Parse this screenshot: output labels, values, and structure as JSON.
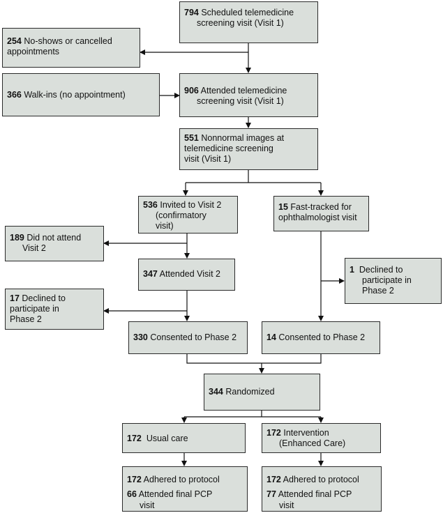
{
  "boxes": {
    "scheduled": {
      "n": "794",
      "lines": [
        "Scheduled telemedicine",
        "screening visit (Visit 1)"
      ]
    },
    "noshows": {
      "n": "254",
      "lines": [
        "No-shows or cancelled",
        "appointments"
      ]
    },
    "walkins": {
      "n": "366",
      "lines": [
        "Walk-ins (no appointment)"
      ]
    },
    "attended1": {
      "n": "906",
      "lines": [
        "Attended telemedicine",
        "screening visit (Visit 1)"
      ]
    },
    "nonnormal": {
      "n": "551",
      "lines": [
        "Nonnormal images at",
        "telemedicine screening",
        "visit (Visit 1)"
      ]
    },
    "invited2": {
      "n": "536",
      "lines": [
        "Invited to Visit 2",
        "(confirmatory",
        "visit)"
      ]
    },
    "fasttracked": {
      "n": "15",
      "lines": [
        "Fast-tracked for",
        "ophthalmologist visit"
      ]
    },
    "didnotattend": {
      "n": "189",
      "lines": [
        "Did not attend",
        "Visit 2"
      ]
    },
    "attended2": {
      "n": "347",
      "lines": [
        "Attended Visit 2"
      ]
    },
    "declined1": {
      "n": "1",
      "lines": [
        "Declined to",
        "participate in",
        "Phase 2"
      ]
    },
    "declined17": {
      "n": "17",
      "lines": [
        "Declined to",
        "participate in",
        "Phase 2"
      ]
    },
    "consented330": {
      "n": "330",
      "lines": [
        "Consented to Phase 2"
      ]
    },
    "consented14": {
      "n": "14",
      "lines": [
        "Consented to Phase 2"
      ]
    },
    "randomized": {
      "n": "344",
      "lines": [
        "Randomized"
      ]
    },
    "usualcare": {
      "n": "172",
      "lines": [
        "Usual care"
      ]
    },
    "intervention": {
      "n": "172",
      "lines": [
        "Intervention",
        "(Enhanced Care)"
      ]
    },
    "outcome_left": {
      "n1": "172",
      "l1": "Adhered to protocol",
      "n2": "66",
      "l2a": "Attended final PCP",
      "l2b": "visit"
    },
    "outcome_right": {
      "n1": "172",
      "l1": "Adhered to protocol",
      "n2": "77",
      "l2a": "Attended final PCP",
      "l2b": "visit"
    }
  },
  "colors": {
    "box_fill": "#dadfdb",
    "line": "#111111"
  }
}
